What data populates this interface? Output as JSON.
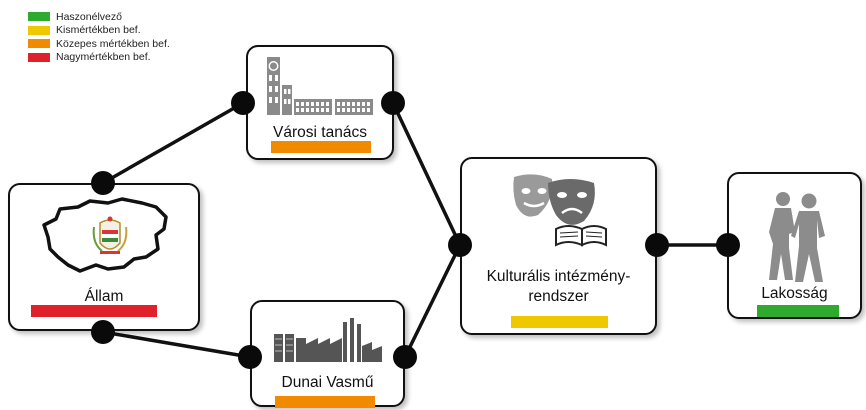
{
  "legend": [
    {
      "label": "Haszonélvező",
      "color": "#2eaa2e"
    },
    {
      "label": "Kismértékben bef.",
      "color": "#f0c800"
    },
    {
      "label": "Közepes mértékben bef.",
      "color": "#f28a00"
    },
    {
      "label": "Nagymértékben bef.",
      "color": "#e0202a"
    }
  ],
  "nodes": {
    "allam": {
      "label": "Állam",
      "icon": "hungary-map-coat-of-arms-icon",
      "bar_color": "#e0202a"
    },
    "varosi_tanacs": {
      "label": "Városi tanács",
      "icon": "town-hall-icon",
      "bar_color": "#f28a00"
    },
    "dunai_vasmu": {
      "label": "Dunai Vasmű",
      "icon": "factory-icon",
      "bar_color": "#f28a00"
    },
    "kulturalis": {
      "label_line1": "Kulturális intézmény-",
      "label_line2": "rendszer",
      "icon": "theatre-masks-book-icon",
      "bar_color": "#f0c800"
    },
    "lakossag": {
      "label": "Lakosság",
      "icon": "people-walking-icon",
      "bar_color": "#2eaa2e"
    }
  }
}
